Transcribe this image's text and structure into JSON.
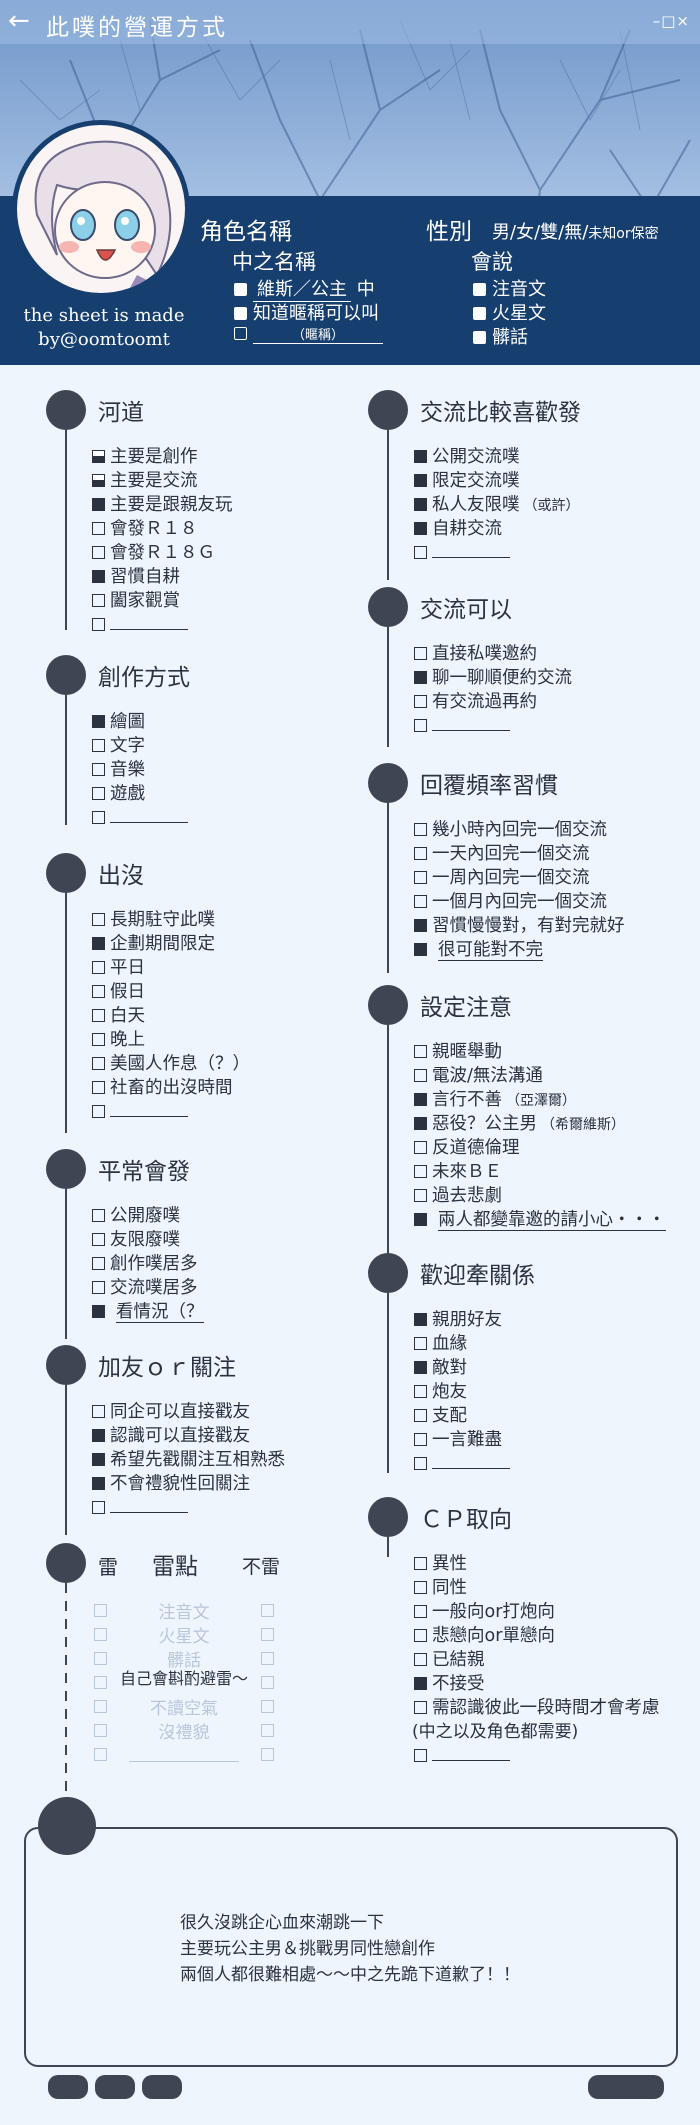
{
  "window": {
    "title": "此噗的營運方式",
    "controls": "–□×"
  },
  "header": {
    "credit": "the sheet is made by@oomtoomt",
    "char_name_label": "角色名稱",
    "gender_label": "性別",
    "gender_options": "男/女/雙/無/",
    "gender_small": "未知or保密",
    "pl_name_label": "中之名稱",
    "pl_name_value": "維斯／公主",
    "pl_name_suffix": "中",
    "nickname_ok": "知道暱稱可以叫",
    "nickname_hint": "（暱稱）",
    "speak_label": "會說",
    "langs": [
      "注音文",
      "火星文",
      "髒話"
    ]
  },
  "sections": {
    "hedao": {
      "title": "河道",
      "items": [
        "主要是創作",
        "主要是交流",
        "主要是跟親友玩",
        "會發Ｒ１８",
        "會發Ｒ１８Ｇ",
        "習慣自耕",
        "闔家觀賞",
        ""
      ],
      "states": [
        "h",
        "h",
        "f",
        "o",
        "o",
        "f",
        "o",
        "o"
      ]
    },
    "chuangzuo": {
      "title": "創作方式",
      "items": [
        "繪圖",
        "文字",
        "音樂",
        "遊戲",
        ""
      ],
      "states": [
        "f",
        "o",
        "o",
        "o",
        "o"
      ]
    },
    "chumo": {
      "title": "出沒",
      "items": [
        "長期駐守此噗",
        "企劃期間限定",
        "平日",
        "假日",
        "白天",
        "晚上",
        "美國人作息（？）",
        "社畜的出沒時間",
        ""
      ],
      "states": [
        "o",
        "f",
        "o",
        "o",
        "o",
        "o",
        "o",
        "o",
        "o"
      ]
    },
    "pingchang": {
      "title": "平常會發",
      "items": [
        "公開廢噗",
        "友限廢噗",
        "創作噗居多",
        "交流噗居多",
        "看情況（？"
      ],
      "states": [
        "o",
        "o",
        "o",
        "o",
        "f"
      ]
    },
    "jiayou": {
      "title": "加友ｏｒ關注",
      "items": [
        "同企可以直接戳友",
        "認識可以直接戳友",
        "希望先戳關注互相熟悉",
        "不會禮貌性回關注",
        ""
      ],
      "states": [
        "o",
        "f",
        "f",
        "f",
        "o"
      ]
    },
    "lei": {
      "title": "雷",
      "title2": "雷點",
      "title3": "不雷",
      "items": [
        "注音文",
        "火星文",
        "髒話",
        "",
        "不讀空氣",
        "沒禮貌",
        ""
      ],
      "overlay": "自己會斟酌避雷～"
    },
    "jiaoliu": {
      "title": "交流比較喜歡發",
      "items": [
        "公開交流噗",
        "限定交流噗",
        "私人友限噗",
        "（或許）",
        "自耕交流",
        ""
      ],
      "states": [
        "f",
        "f",
        "f",
        "",
        "f",
        "o"
      ]
    },
    "keyi": {
      "title": "交流可以",
      "items": [
        "直接私噗邀約",
        "聊一聊順便約交流",
        "有交流過再約",
        ""
      ],
      "states": [
        "o",
        "f",
        "o",
        "o"
      ]
    },
    "huifu": {
      "title": "回覆頻率習慣",
      "items": [
        "幾小時內回完一個交流",
        "一天內回完一個交流",
        "一周內回完一個交流",
        "一個月內回完一個交流",
        "習慣慢慢對，有對完就好",
        "很可能對不完"
      ],
      "states": [
        "o",
        "o",
        "o",
        "o",
        "f",
        "f"
      ]
    },
    "sheding": {
      "title": "設定注意",
      "items": [
        "親暱舉動",
        "電波/無法溝通",
        "言行不善",
        "（亞澤爾）",
        "惡役？公主男",
        "（希爾維斯）",
        "反道德倫理",
        "未來ＢＥ",
        "過去悲劇",
        "兩人都變靠邀的請小心・・・"
      ],
      "states": [
        "o",
        "o",
        "f",
        "",
        "f",
        "",
        "o",
        "o",
        "o",
        "f"
      ]
    },
    "qianguanxi": {
      "title": "歡迎牽關係",
      "items": [
        "親朋好友",
        "血緣",
        "敵對",
        "炮友",
        "支配",
        "一言難盡",
        ""
      ],
      "states": [
        "f",
        "o",
        "f",
        "o",
        "o",
        "o",
        "o"
      ]
    },
    "cp": {
      "title": "ＣＰ取向",
      "items": [
        "異性",
        "同性",
        "一般向or打炮向",
        "悲戀向or單戀向",
        "已結親",
        "不接受",
        "需認識彼此一段時間才會考慮",
        "(中之以及角色都需要)",
        ""
      ],
      "states": [
        "o",
        "o",
        "o",
        "o",
        "o",
        "f",
        "o",
        "",
        "o"
      ]
    }
  },
  "note": {
    "lines": [
      "很久沒跳企心血來潮跳一下",
      "主要玩公主男＆挑戰男同性戀創作",
      "兩個人都很難相處～～中之先跪下道歉了！！"
    ]
  }
}
